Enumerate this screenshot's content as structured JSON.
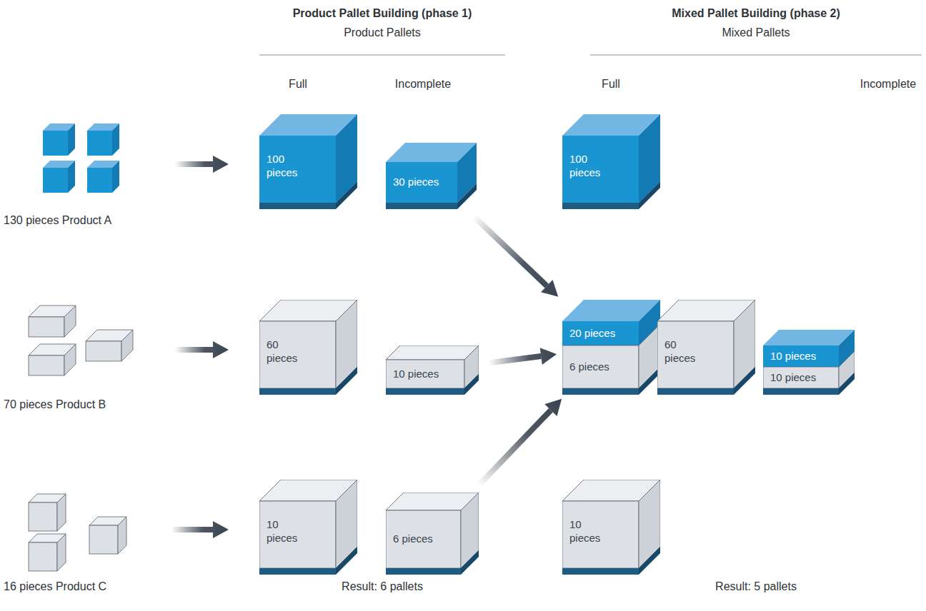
{
  "diagram": {
    "nodes": [
      {
        "text": [
          "100 pieces"
        ]
      },
      {
        "text": [
          "30 pieces"
        ]
      },
      {
        "text": [
          "100 pieces"
        ]
      },
      {
        "text": [
          "60 pieces"
        ]
      },
      {
        "text": [
          "10 pieces"
        ]
      },
      {
        "text": [
          "20 pieces",
          "6 pieces"
        ]
      },
      {
        "text": [
          "60 pieces"
        ]
      },
      {
        "text": [
          "10 pieces",
          "10 pieces"
        ]
      },
      {
        "text": [
          "10 pieces"
        ]
      },
      {
        "text": [
          "6 pieces"
        ]
      },
      {
        "text": [
          "10 pieces"
        ]
      }
    ],
    "edges": [
      {
        "from": 1,
        "to": 5,
        "arrow": "to"
      },
      {
        "from": 4,
        "to": 5,
        "arrow": "to"
      },
      {
        "from": 9,
        "to": 5,
        "arrow": "to"
      }
    ],
    "labels": [
      "Product Pallet Building (phase 1)",
      "Product Pallets",
      "Mixed Pallet Building (phase 2)",
      "Mixed Pallets",
      "Full",
      "Incomplete",
      "Full",
      "Incomplete",
      "130 pieces Product A",
      "70 pieces Product B",
      "16 pieces Product C",
      "Result: 6 pallets",
      "Result: 5 pallets"
    ]
  }
}
